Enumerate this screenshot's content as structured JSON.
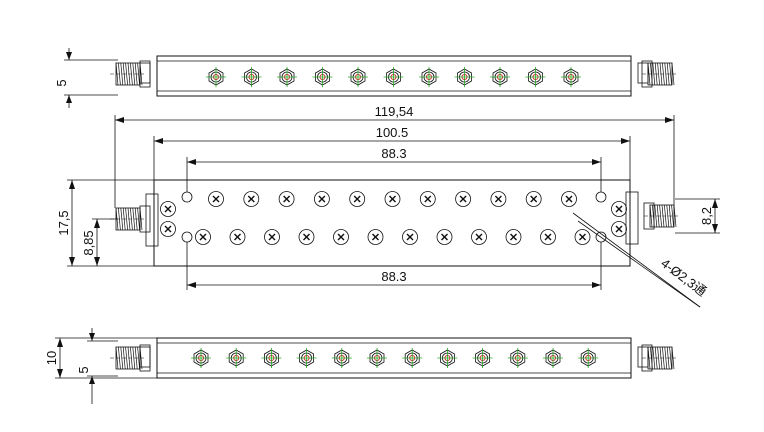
{
  "drawing": {
    "top_view": {
      "height_dim": "5",
      "screw_count": 11
    },
    "front_view": {
      "overall_length": "119,54",
      "body_length": "100.5",
      "hole_spacing_top": "88.3",
      "hole_spacing_bottom": "88.3",
      "body_height": "17,5",
      "connector_height": "8,85",
      "right_connector_height": "8,2",
      "hole_callout": "4-Ø2,3通",
      "top_row_count": 11,
      "bottom_row_count": 12
    },
    "bottom_view": {
      "height_dim": "10",
      "connector_height": "5",
      "screw_count": 12
    }
  },
  "colors": {
    "line": "#111111",
    "screw_center": "#d42020",
    "screw_cross": "#22aa22"
  }
}
